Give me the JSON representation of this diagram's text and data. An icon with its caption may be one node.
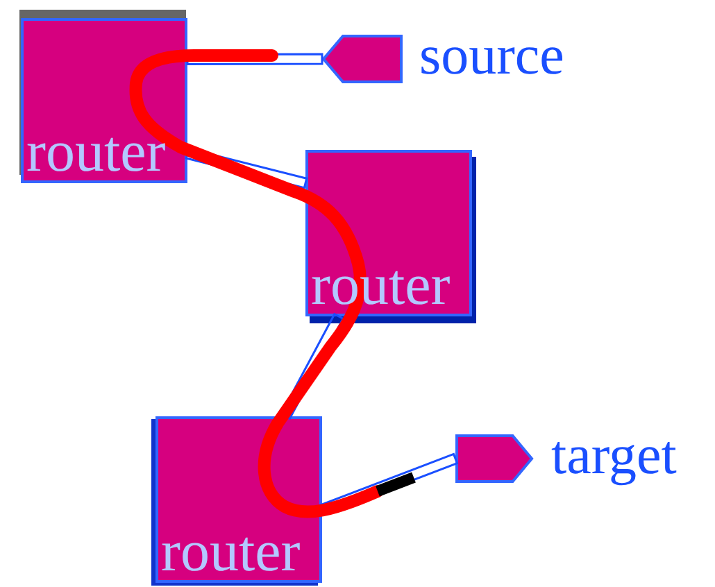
{
  "diagram": {
    "nodes": [
      {
        "text": [
          "router"
        ]
      },
      {
        "text": [],
        "shape": "tag",
        "beside": [
          "source"
        ]
      },
      {
        "text": [
          "router"
        ]
      },
      {
        "text": [
          "router"
        ]
      },
      {
        "text": [],
        "shape": "tag",
        "beside": [
          "target"
        ]
      }
    ],
    "edges": [
      {
        "from": 1,
        "to": 0,
        "arrow": "none"
      },
      {
        "from": 0,
        "to": 2,
        "arrow": "none"
      },
      {
        "from": 2,
        "to": 3,
        "arrow": "none"
      },
      {
        "from": 3,
        "to": 4,
        "arrow": "none"
      }
    ]
  }
}
